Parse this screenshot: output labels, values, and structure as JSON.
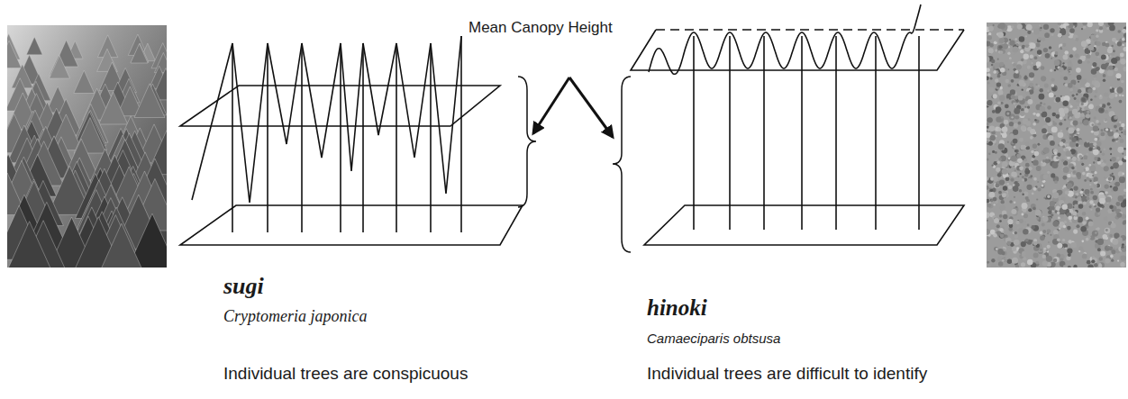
{
  "diagram": {
    "labels": [
      "Mean Canopy Height",
      "sugi",
      "Cryptomeria japonica",
      "Individual trees are conspicuous",
      "hinoki",
      "Camaeciparis obtsusa",
      "Individual trees are difficult to identify"
    ]
  }
}
